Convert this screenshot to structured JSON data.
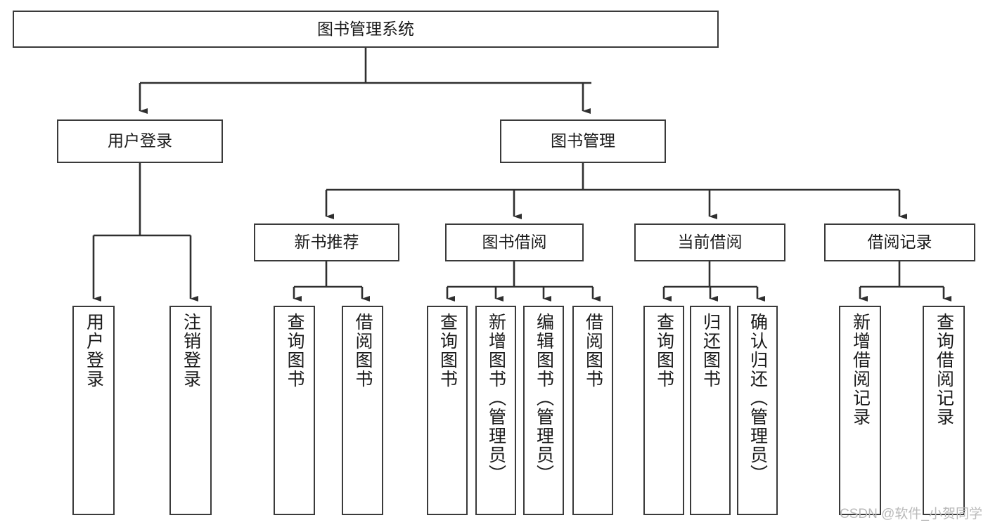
{
  "diagram": {
    "title": "图书管理系统",
    "type": "tree-hierarchy",
    "watermark": "CSDN @软件_小贺同学",
    "colors": {
      "box_border": "#3a3a3a",
      "box_fill": "#ffffff",
      "line": "#2f2f2f",
      "text": "#1a1a1a",
      "watermark": "#b9b9b9"
    },
    "nodes": {
      "root": {
        "label": "图书管理系统"
      },
      "level2": [
        {
          "label": "用户登录"
        },
        {
          "label": "图书管理"
        }
      ],
      "level3": [
        {
          "label": "新书推荐"
        },
        {
          "label": "图书借阅"
        },
        {
          "label": "当前借阅"
        },
        {
          "label": "借阅记录"
        }
      ],
      "leaves": {
        "user_login": [
          {
            "label": "用户登录"
          },
          {
            "label": "注销登录"
          }
        ],
        "new_book": [
          {
            "label": "查询图书"
          },
          {
            "label": "借阅图书"
          }
        ],
        "borrow": [
          {
            "label": "查询图书"
          },
          {
            "label": "新增图书（管理员）"
          },
          {
            "label": "编辑图书（管理员）"
          },
          {
            "label": "借阅图书"
          }
        ],
        "current": [
          {
            "label": "查询图书"
          },
          {
            "label": "归还图书"
          },
          {
            "label": "确认归还（管理员）"
          }
        ],
        "records": [
          {
            "label": "新增借阅记录"
          },
          {
            "label": "查询借阅记录"
          }
        ]
      }
    }
  }
}
